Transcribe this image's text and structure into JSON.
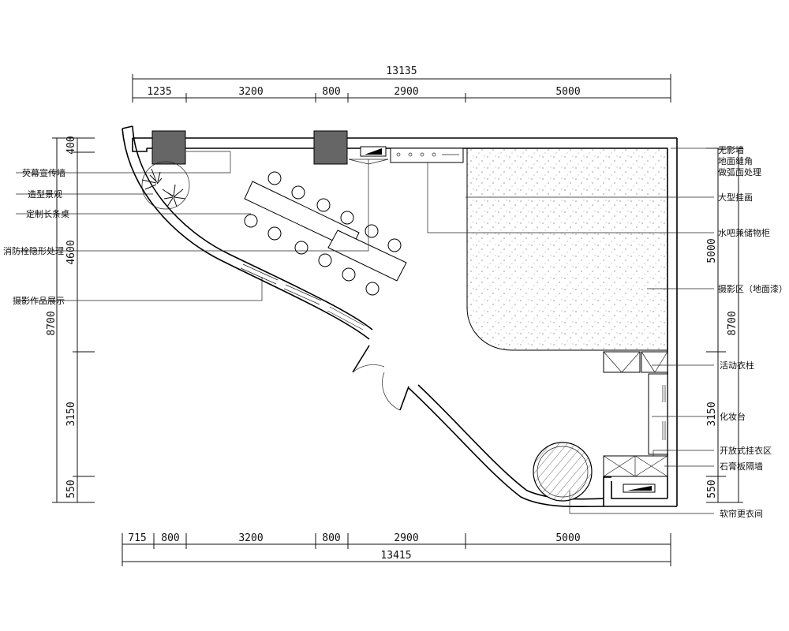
{
  "dimensions": {
    "top_total": "13135",
    "top": [
      "1235",
      "3200",
      "800",
      "2900",
      "5000"
    ],
    "bottom": [
      "715",
      "800",
      "3200",
      "800",
      "2900",
      "5000"
    ],
    "bottom_total": "13415",
    "left": [
      "400",
      "4600",
      "3150",
      "550"
    ],
    "left_total": "8700",
    "right": [
      "5000",
      "3150",
      "550"
    ],
    "right_total": "8700"
  },
  "labels_left": [
    "荧幕宣传墙",
    "造型景观",
    "定制长条桌",
    "消防栓隐形处理",
    "摄影作品展示"
  ],
  "labels_right": {
    "wall_note": [
      "无影墙",
      "地面缝角",
      "做弧面处理"
    ],
    "items": [
      "大型挂画",
      "水吧兼储物柜",
      "摄影区（地面漆）",
      "活动衣柱",
      "化妆台",
      "开放式挂衣区",
      "石膏板隔墙",
      "软帘更衣间"
    ]
  }
}
